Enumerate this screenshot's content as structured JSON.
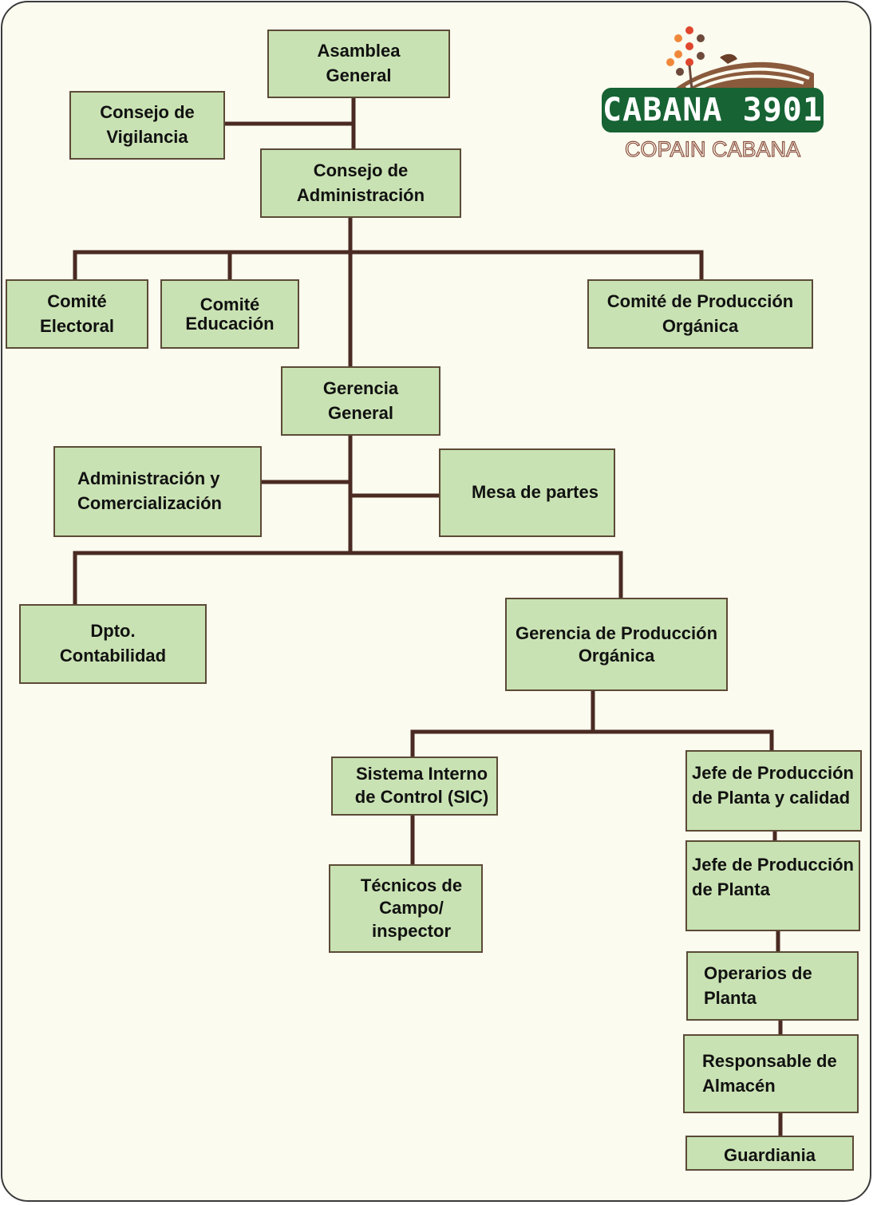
{
  "logo": {
    "name": "CABANA  3901",
    "subtitle": "COPAIN CABANA"
  },
  "nodes": {
    "asamblea": [
      "Asamblea",
      "General"
    ],
    "consejo_vigilancia": [
      "Consejo de",
      "Vigilancia"
    ],
    "consejo_admin": [
      "Consejo de",
      "Administración"
    ],
    "comite_electoral": [
      "Comité",
      "Electoral"
    ],
    "comite_educacion": [
      "Comité",
      "Educación"
    ],
    "comite_produccion": [
      "Comité de Producción",
      "Orgánica"
    ],
    "gerencia_general": [
      "Gerencia",
      "General"
    ],
    "admin_comercial": [
      "Administración y",
      "Comercialización"
    ],
    "mesa_partes": [
      "Mesa de partes"
    ],
    "contabilidad": [
      "Dpto.",
      "Contabilidad"
    ],
    "gerencia_produccion": [
      "Gerencia de Producción",
      "Orgánica"
    ],
    "sic": [
      "Sistema Interno",
      "de Control (SIC)"
    ],
    "tecnicos": [
      "Técnicos de",
      "Campo/",
      "inspector"
    ],
    "jefe_calidad": [
      "Jefe de Producción",
      "de Planta y calidad"
    ],
    "jefe_planta": [
      "Jefe de Producción",
      "de Planta"
    ],
    "operarios": [
      "Operarios de",
      "Planta"
    ],
    "almacen": [
      "Responsable de",
      "Almacén"
    ],
    "guardiania": [
      "Guardiania"
    ]
  },
  "colors": {
    "box_fill": "#c9e2b3",
    "box_border": "#5b4a36",
    "connector": "#4a2a22",
    "background": "#fbfbef",
    "logo_green": "#176334"
  }
}
